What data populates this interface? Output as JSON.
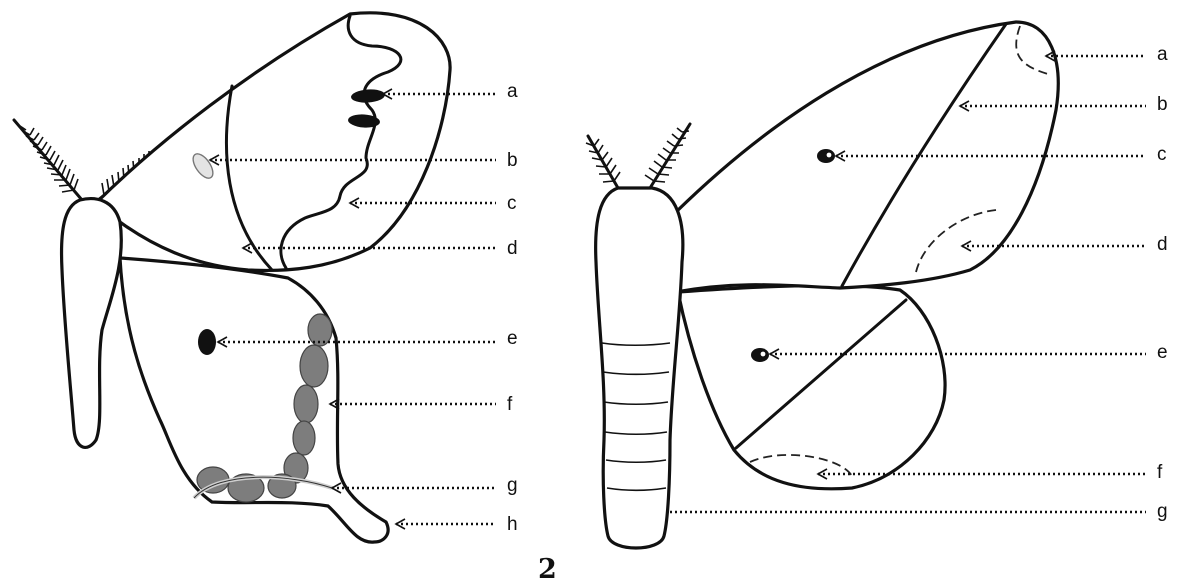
{
  "figure_number": "2",
  "left_moth": {
    "labels": [
      "a",
      "b",
      "c",
      "d",
      "e",
      "f",
      "g",
      "h"
    ]
  },
  "right_moth": {
    "labels": [
      "a",
      "b",
      "c",
      "d",
      "e",
      "f",
      "g"
    ]
  },
  "colors": {
    "ink": "#111111",
    "shading": "#7d7d7d",
    "background": "#ffffff"
  }
}
